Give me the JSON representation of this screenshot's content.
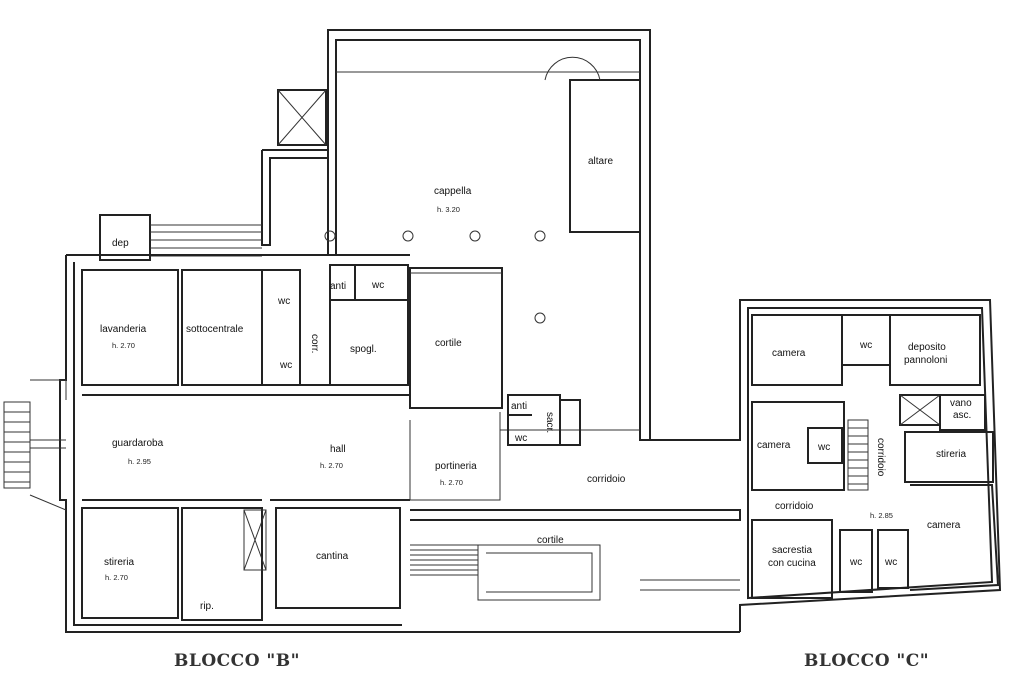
{
  "blocks": {
    "b": "BLOCCO \"B\"",
    "c": "BLOCCO \"C\""
  },
  "rooms": {
    "cappella": {
      "name": "cappella",
      "height": "h. 3.20"
    },
    "altare": {
      "name": "altare"
    },
    "dep": {
      "name": "dep"
    },
    "lavanderia": {
      "name": "lavanderia",
      "height": "h. 2.70"
    },
    "sottocentrale": {
      "name": "sottocentrale"
    },
    "wc_b1": {
      "name": "wc"
    },
    "wc_b2": {
      "name": "wc"
    },
    "corr": {
      "name": "corr."
    },
    "anti_b": {
      "name": "anti"
    },
    "wc_b3": {
      "name": "wc"
    },
    "spogl": {
      "name": "spogl."
    },
    "cortile_top": {
      "name": "cortile"
    },
    "guardaroba": {
      "name": "guardaroba",
      "height": "h. 2.95"
    },
    "hall": {
      "name": "hall",
      "height": "h. 2.70"
    },
    "portineria": {
      "name": "portineria",
      "height": "h. 2.70"
    },
    "anti_c": {
      "name": "anti"
    },
    "wc_c": {
      "name": "wc"
    },
    "sacr": {
      "name": "sacr."
    },
    "corridoio_main": {
      "name": "corridoio"
    },
    "stireria_b": {
      "name": "stireria",
      "height": "h. 2.70"
    },
    "cantina": {
      "name": "cantina"
    },
    "rip": {
      "name": "rip."
    },
    "cortile_bottom": {
      "name": "cortile"
    },
    "camera_1": {
      "name": "camera"
    },
    "wc_r1": {
      "name": "wc"
    },
    "deposito": {
      "name": "deposito",
      "name2": "pannoloni"
    },
    "camera_2": {
      "name": "camera"
    },
    "wc_r2": {
      "name": "wc"
    },
    "corridoio_c": {
      "name": "corridoio"
    },
    "vano_asc": {
      "name": "vano",
      "name2": "asc."
    },
    "stireria_c": {
      "name": "stireria"
    },
    "corridoio_lower": {
      "name": "corridoio"
    },
    "height_c": {
      "name": "h. 2.85"
    },
    "camera_3": {
      "name": "camera"
    },
    "sacrestia": {
      "name": "sacrestia",
      "name2": "con cucina"
    },
    "wc_r3": {
      "name": "wc"
    },
    "wc_r4": {
      "name": "wc"
    }
  }
}
